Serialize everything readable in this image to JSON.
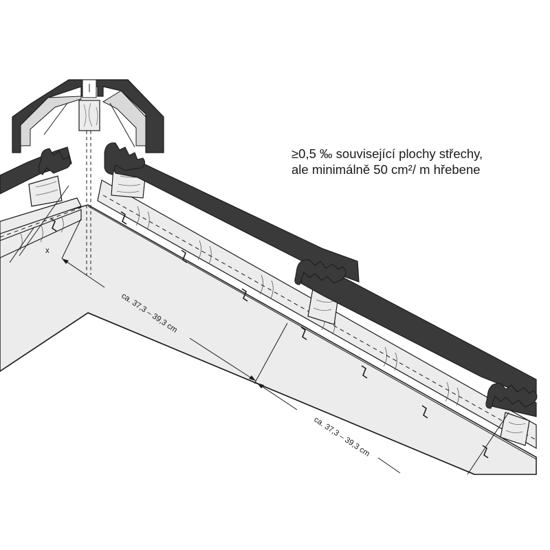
{
  "note": {
    "line1": "≥0,5 ‰ související plochy střechy,",
    "line2": "ale minimálně 50 cm²/ m hřebene"
  },
  "dimensions": {
    "upper": "ca. 37,3 – 39,3 cm",
    "lower": "ca. 37,3 – 39,3 cm",
    "x_label": "x"
  },
  "colors": {
    "tile_fill": "#3a3a3a",
    "ridge_fill": "#3a3a3a",
    "roof_fill": "#ececec",
    "batten_fill": "#ececec",
    "outline": "#1a1a1a",
    "light_fill": "#d9d9d9"
  }
}
